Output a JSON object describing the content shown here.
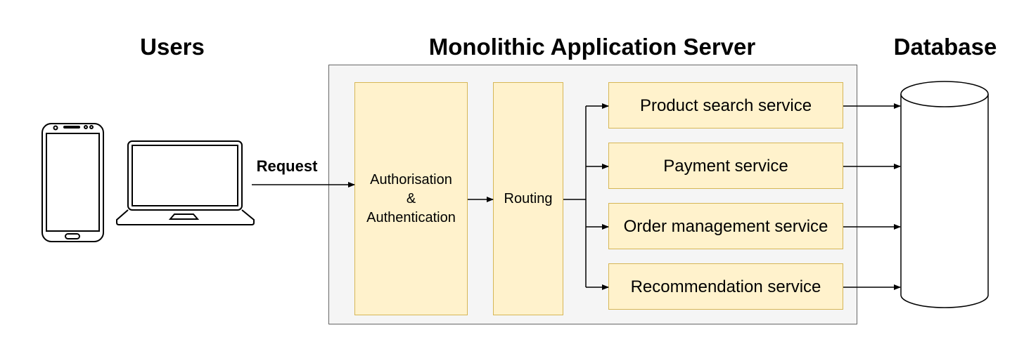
{
  "headings": {
    "users": "Users",
    "server": "Monolithic Application Server",
    "database": "Database"
  },
  "request_label": "Request",
  "auth": {
    "line1": "Authorisation",
    "line2": "&",
    "line3": "Authentication"
  },
  "routing": "Routing",
  "services": [
    "Product search service",
    "Payment service",
    "Order management service",
    "Recommendation service"
  ],
  "icons": {
    "phone": "smartphone-icon",
    "laptop": "laptop-icon",
    "database": "database-cylinder-icon"
  },
  "colors": {
    "box_fill": "#fff2cc",
    "box_border": "#d6b656",
    "server_fill": "#f5f5f5",
    "server_border": "#666666"
  }
}
